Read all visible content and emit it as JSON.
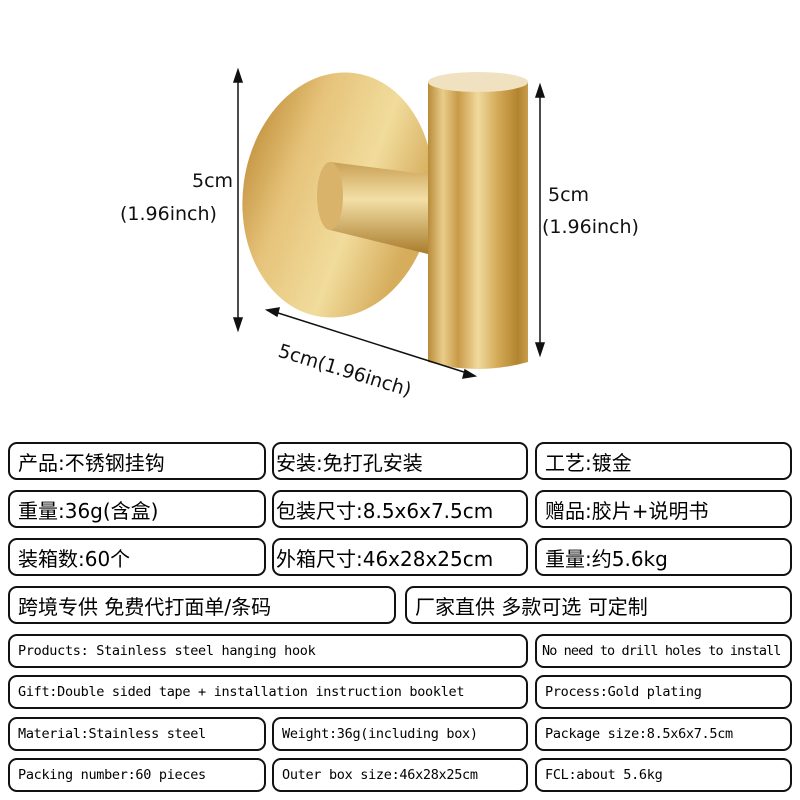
{
  "dimensions": {
    "height_left": {
      "value": "5cm",
      "inch": "(1.96inch)"
    },
    "height_right": {
      "value": "5cm",
      "inch": "(1.96inch)"
    },
    "depth": "5cm(1.96inch)"
  },
  "colors": {
    "gold_light": "#f1dc9c",
    "gold_mid": "#d8ad58",
    "gold_dark": "#a87a2a",
    "border": "#111111"
  },
  "spec_cn": [
    [
      "产品:不锈钢挂钩",
      "安装:免打孔安装",
      "工艺:镀金"
    ],
    [
      "重量:36g(含盒)",
      "包装尺寸:8.5x6x7.5cm",
      "赠品:胶片+说明书"
    ],
    [
      "装箱数:60个",
      "外箱尺寸:46x28x25cm",
      "重量:约5.6kg"
    ],
    [
      "跨境专供 免费代打面单/条码",
      "厂家直供 多款可选 可定制"
    ]
  ],
  "spec_en": [
    [
      "Products: Stainless steel hanging hook",
      "No need to drill holes to install"
    ],
    [
      "Gift:Double sided tape + installation instruction booklet",
      "Process:Gold plating"
    ],
    [
      "Material:Stainless steel",
      "Weight:36g(including box)",
      "Package size:8.5x6x7.5cm"
    ],
    [
      "Packing number:60 pieces",
      "Outer box size:46x28x25cm",
      "FCL:about 5.6kg"
    ]
  ]
}
